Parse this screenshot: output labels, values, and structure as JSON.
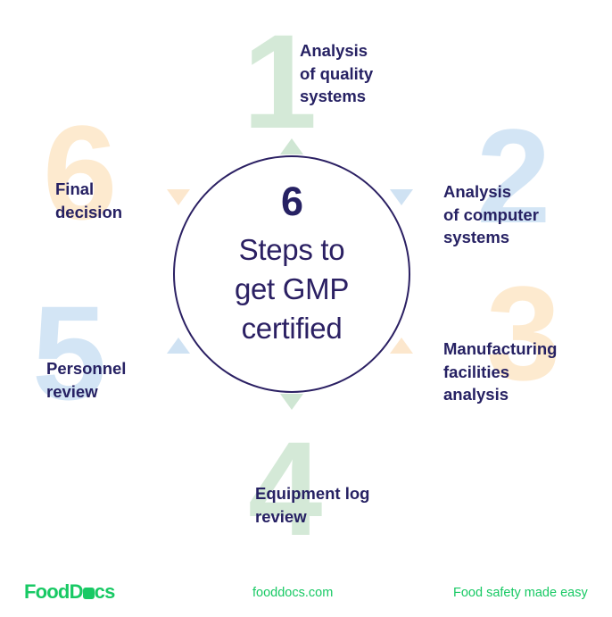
{
  "center": {
    "count": "6",
    "headline": "Steps to\nget GMP\ncertified"
  },
  "steps": [
    {
      "numeral": "1",
      "label": "Analysis\nof quality\nsystems",
      "color": "#d4e9d7"
    },
    {
      "numeral": "2",
      "label": "Analysis\nof computer\nsystems",
      "color": "#d3e5f5"
    },
    {
      "numeral": "3",
      "label": "Manufacturing\nfacilities\nanalysis",
      "color": "#fdeacf"
    },
    {
      "numeral": "4",
      "label": "Equipment log\nreview",
      "color": "#d4e9d7"
    },
    {
      "numeral": "5",
      "label": "Personnel\nreview",
      "color": "#d3e5f5"
    },
    {
      "numeral": "6",
      "label": "Final\ndecision",
      "color": "#fdeacf"
    }
  ],
  "decorations": {
    "triangles": [
      {
        "name": "triangle-top",
        "direction": "up",
        "color": "#cfe6d3"
      },
      {
        "name": "triangle-upper-right",
        "direction": "down",
        "color": "#cfe2f3"
      },
      {
        "name": "triangle-lower-right",
        "direction": "up",
        "color": "#fce7cd"
      },
      {
        "name": "triangle-bottom",
        "direction": "down",
        "color": "#cfe6d3"
      },
      {
        "name": "triangle-lower-left",
        "direction": "up",
        "color": "#cfe2f3"
      },
      {
        "name": "triangle-upper-left",
        "direction": "down",
        "color": "#fce7cd"
      }
    ]
  },
  "footer": {
    "brand_part1": "Food",
    "brand_part2": "D",
    "brand_part3": "cs",
    "url": "fooddocs.com",
    "tagline": "Food safety made easy"
  },
  "colors": {
    "text_navy": "#262163",
    "circle_stroke": "#2b2063",
    "brand_green": "#18c964",
    "green_tint": "#d4e9d7",
    "blue_tint": "#d3e5f5",
    "cream_tint": "#fdeacf",
    "background": "#ffffff"
  }
}
